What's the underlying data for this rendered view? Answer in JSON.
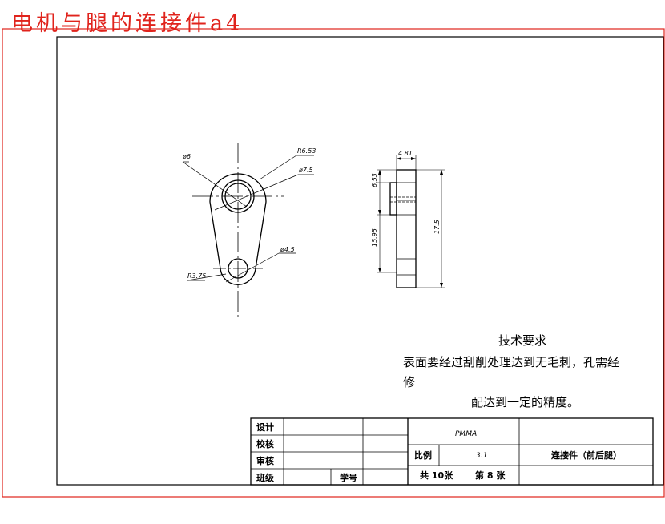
{
  "page_title": "电机与腿的连接件a4",
  "dimensions": {
    "hole_small": "ø6",
    "outer_radius": "R6.53",
    "hole_large": "ø7.5",
    "hole_bottom": "ø4.5",
    "bottom_radius": "R3.75",
    "thickness": "4.81",
    "step_height": "6.53",
    "lower_height": "15.95",
    "total_height": "17.5"
  },
  "technical_requirements": {
    "heading": "技术要求",
    "line1": "表面要经过刮削处理达到无毛刺，孔需经",
    "line2": "修",
    "line3": "配达到一定的精度。"
  },
  "title_block": {
    "design_label": "设计",
    "check_label": "校核",
    "review_label": "审核",
    "class_label": "班级",
    "student_no_label": "学号",
    "material": "PMMA",
    "scale_label": "比例",
    "scale_value": "3:1",
    "part_name": "连接件（前后腿）",
    "sheet_total": "共 10张",
    "sheet_no": "第 8 张"
  }
}
